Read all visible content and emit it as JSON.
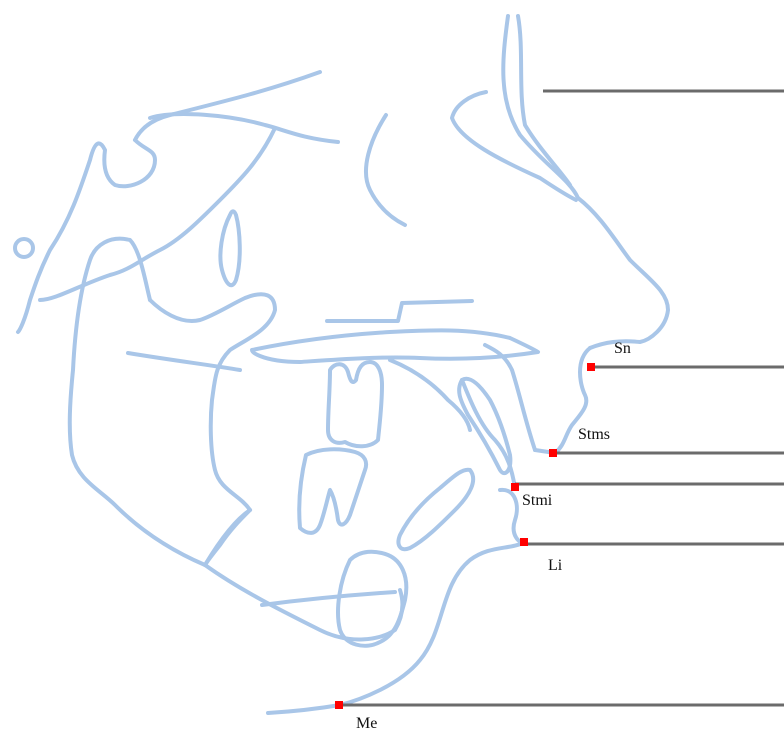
{
  "colors": {
    "trace": "#a9c6e8",
    "reference_line": "#6b6b6b",
    "landmark": "#ff0000",
    "background": "#ffffff"
  },
  "landmarks": {
    "sn": {
      "label": "Sn"
    },
    "stms": {
      "label": "Stms"
    },
    "stmi": {
      "label": "Stmi"
    },
    "li": {
      "label": "Li"
    },
    "me": {
      "label": "Me"
    }
  }
}
